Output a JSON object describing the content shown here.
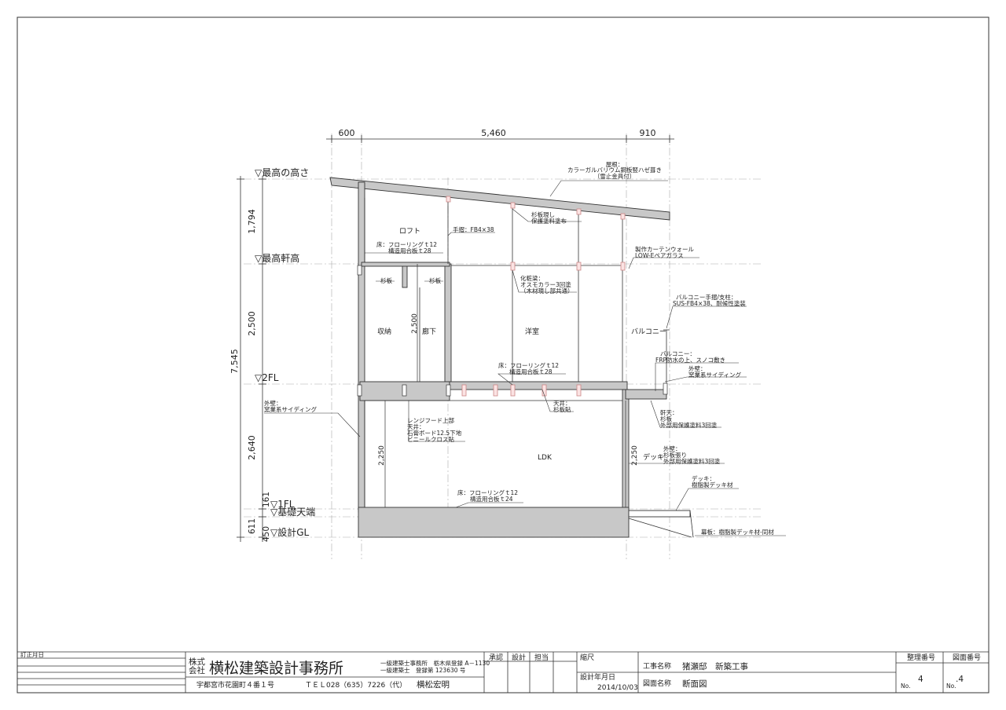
{
  "dimensions": {
    "top": [
      "600",
      "5,460",
      "910"
    ],
    "left": [
      "1,794",
      "7,545",
      "2,500",
      "2,640",
      "161",
      "611",
      "450"
    ],
    "inner": [
      "2,500",
      "2,250",
      "2,250"
    ]
  },
  "levels": {
    "max_height": "▽最高の高さ",
    "max_eave": "▽最高軒高",
    "fl2": "▽2FL",
    "fl1": "▽1FL",
    "foundation_top": "▽基礎天端",
    "gl": "▽設計GL"
  },
  "rooms": {
    "loft": "ロフト",
    "storage": "収納",
    "hallway": "廊下",
    "western_room": "洋室",
    "balcony": "バルコニー",
    "ldk": "LDK",
    "deck": "デッキ"
  },
  "notes": {
    "roof": [
      "屋根：",
      "カラーガルバリウム鋼板竪ハゼ葺き",
      "（雪止金具付）"
    ],
    "loft_ceiling": [
      "杉板現し",
      "保護塗料塗布"
    ],
    "handrail": "手摺：FB4×38",
    "loft_floor": [
      "床：フローリングｔ12",
      "構造用合板ｔ28"
    ],
    "curtain_wall": [
      "製作カーテンウォール",
      "LOW-Eペアガラス"
    ],
    "sugi_left": "杉板",
    "sugi_right": "杉板",
    "beam": [
      "化粧梁：",
      "オスモカラー3回塗",
      "（木材現し部共通）"
    ],
    "balcony_rail": [
      "バルコニー手摺/支柱：",
      "SUS-FB4×38、耐候性塗装"
    ],
    "balcony_floor": [
      "バルコニー：",
      "FRP防水の上、スノコ敷き"
    ],
    "ext_wall_right": [
      "外壁：",
      "窯業系サイディング"
    ],
    "fl2_floor": [
      "床：フローリングｔ12",
      "構造用合板ｔ28"
    ],
    "ext_wall_left": [
      "外壁：",
      "窯業系サイディング"
    ],
    "ceiling": [
      "天井：",
      "杉板貼"
    ],
    "soffit": [
      "軒天：",
      "杉板",
      "外部用保護塗料3回塗"
    ],
    "range_hood": [
      "レンジフード上部",
      "天井：",
      "石膏ボード12.5下地",
      "ビニールクロス貼"
    ],
    "ext_wall_deck": [
      "外壁：",
      "杉板張り",
      "外部用保護塗料3回塗"
    ],
    "deck_material": [
      "デッキ：",
      "樹脂製デッキ材"
    ],
    "fl1_floor": [
      "床：フローリングｔ12",
      "構造用合板ｔ24"
    ],
    "skirting": "幕板：樹脂製デッキ材-同材"
  },
  "title_block": {
    "revision_label": "訂正月日",
    "company_prefix": [
      "株式",
      "会社"
    ],
    "company_name": "横松建築設計事務所",
    "registration": [
      "一級建築士事務所　栃木県登録 A－1130",
      "一級建築士　登録第 123630 号"
    ],
    "address": "宇都宮市花園町４番１号",
    "phone": "ＴＥＬ028（635）7226（代）",
    "architect": "横松宏明",
    "approval": "承認",
    "design": "設計",
    "in_charge": "担当",
    "scale_label": "縮尺",
    "design_date_label": "設計年月日",
    "design_date": "2014/10/03",
    "project_label": "工事名称",
    "project_name": "猪瀬邸　新築工事",
    "drawing_label": "図面名称",
    "drawing_name": "断面図",
    "sheet_number_label": "整理番号",
    "drawing_number_label": "図面番号",
    "sheet_number": "4",
    "drawing_number": ".4",
    "no_label": "No."
  }
}
